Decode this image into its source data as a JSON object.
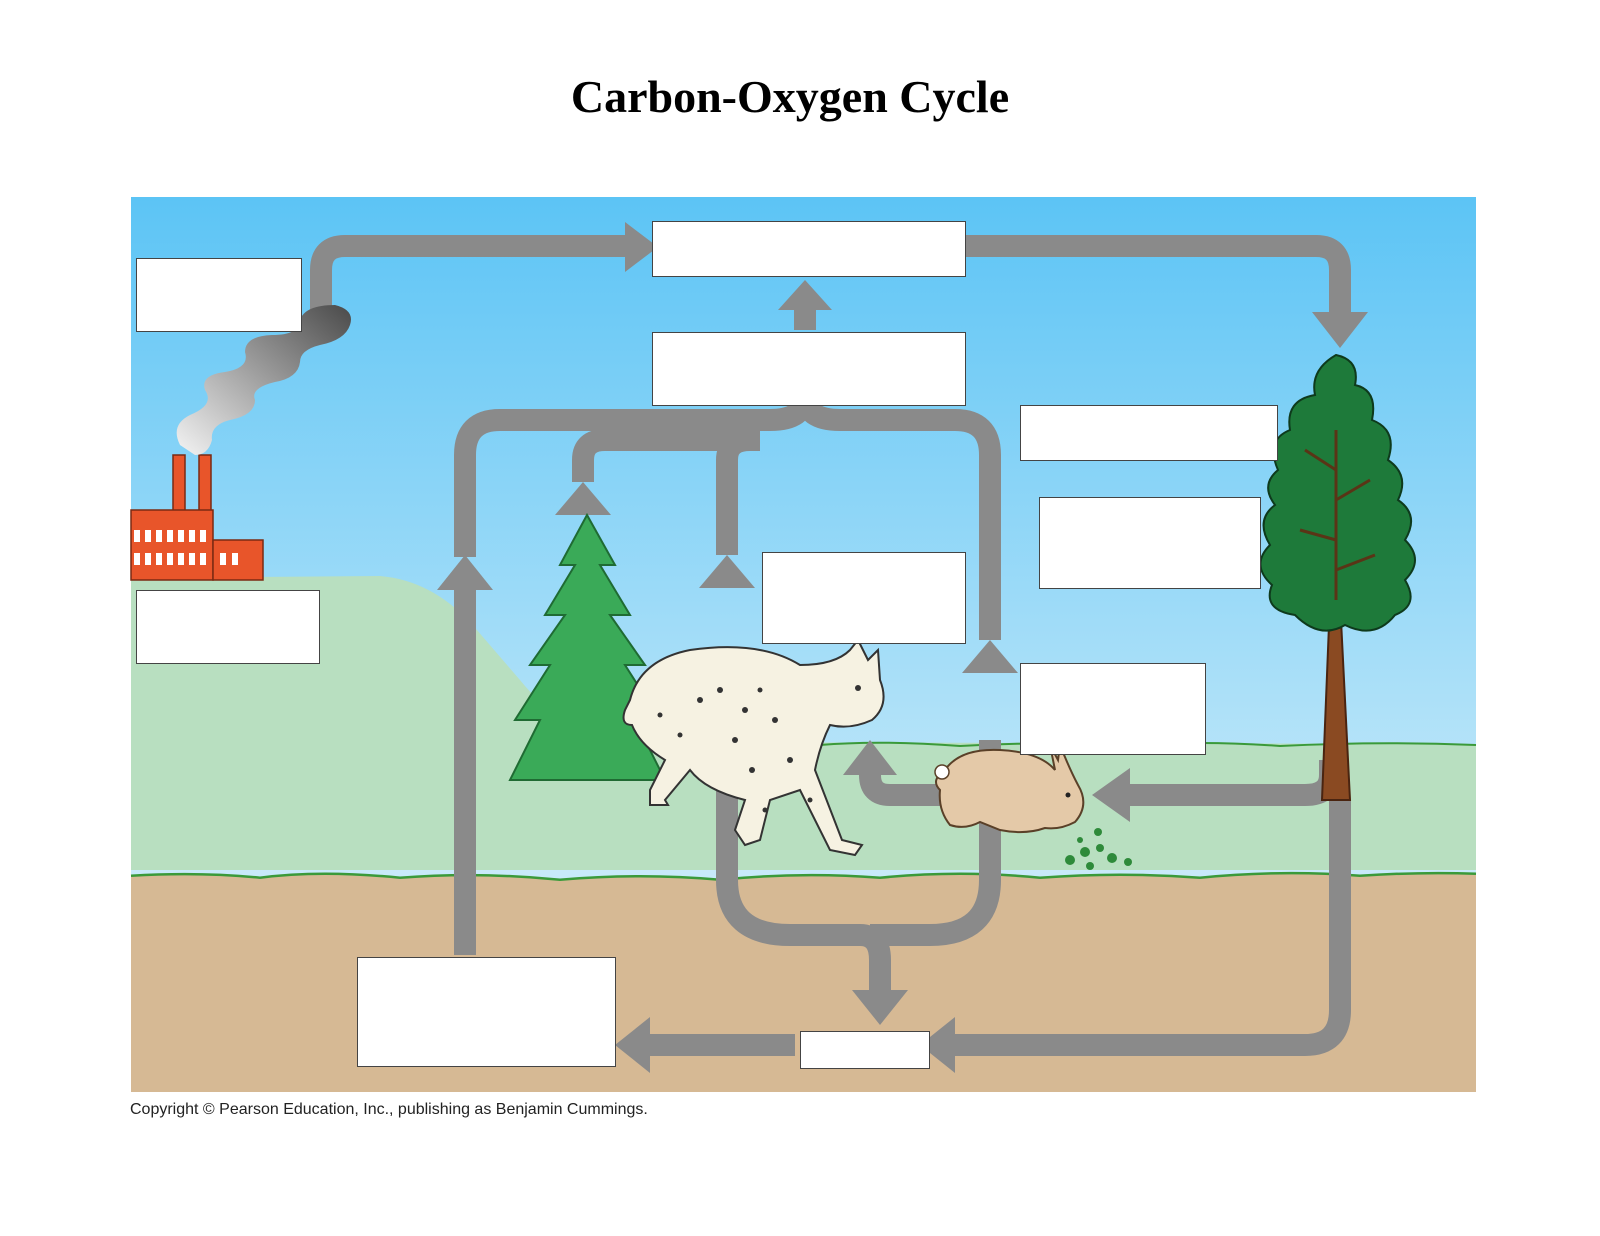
{
  "title": "Carbon-Oxygen Cycle",
  "copyright": "Copyright © Pearson Education, Inc., publishing as Benjamin Cummings.",
  "colors": {
    "sky_top": "#5cc4f5",
    "sky_bottom": "#e6f4fa",
    "hill": "#b8dfc0",
    "soil": "#d6b994",
    "arrow": "#8a8a8a",
    "factory": "#e8552a",
    "tree": "#1e7a3a",
    "spruce": "#3aaa58"
  },
  "label_boxes": [
    {
      "id": "factory-emission-label",
      "text": ""
    },
    {
      "id": "factory-label",
      "text": ""
    },
    {
      "id": "atmosphere-label",
      "text": ""
    },
    {
      "id": "respiration-label",
      "text": ""
    },
    {
      "id": "photosynthesis-label",
      "text": ""
    },
    {
      "id": "plant-intake-label",
      "text": ""
    },
    {
      "id": "animal-respiration-label",
      "text": ""
    },
    {
      "id": "consumer-label",
      "text": ""
    },
    {
      "id": "fossil-fuel-label",
      "text": ""
    },
    {
      "id": "decomposition-label",
      "text": ""
    }
  ]
}
